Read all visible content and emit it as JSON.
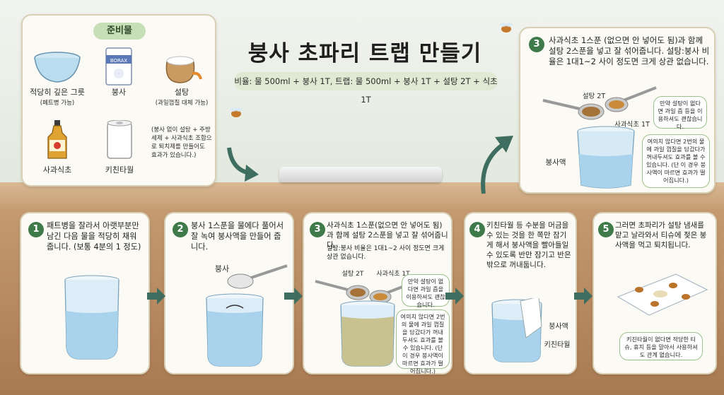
{
  "title": "붕사 초파리 트랩 만들기",
  "ratio_text": "비율: 물 500ml + 붕사 1T, 트랩: 물 500ml + 붕사 1T + 설탕 2T + 식초 1T",
  "supplies": {
    "header": "준비물",
    "bowl": "적당히 깊은 그릇",
    "bowl_note": "(페트병 가능)",
    "borax": "붕사",
    "borax_box": "BORAX",
    "sugar": "설탕",
    "sugar_note": "(과일껍질 대체 가능)",
    "vinegar": "사과식초",
    "towel": "키친타월",
    "alt_note": "(붕사 없이 설탕 + 주방세제 + 사과식초 조합으로 퇴치제를 만들어도 효과가 있습니다.)"
  },
  "top_step": {
    "number": "3",
    "text": "사과식초 1스푼 (없으면 안 넣어도 됨)과 함께 설탕 2스푼을 넣고 잘 섞어줍니다. 설탕:붕사 비율은 1대1~2 사이 정도면 크게 상관 없습니다.",
    "sugar_label": "설탕 2T",
    "vinegar_label": "사과식초 1T",
    "liquid_label": "붕사액",
    "note1": "만약 설탕이 없다면 과일 즙 등을 이용하셔도 괜찮습니다.",
    "note2": "여의치 않다면 2번의 물에 과일 껍질을 담갔다가 꺼내두셔도 효과를 볼 수 있습니다. (단 이 경우 붕사액이 마르면 효과가 떨어집니다.)"
  },
  "steps": [
    {
      "number": "1",
      "text": "패트병을 잘라서 아랫부분만 남긴 다음 물을 적당히 채워줍니다. (보통 4분의 1 정도)"
    },
    {
      "number": "2",
      "text": "붕사 1스푼을 물에다 풀어서 잘 녹여 붕사액을 만들어 줍니다.",
      "label": "붕사"
    },
    {
      "number": "3",
      "text": "사과식초 1스푼(없으면 안 넣어도 됨)과 함께 설탕 2스푼을 넣고 잘 섞어줍니다.",
      "subtext": "설탕:붕사 비율은 1대1~2 사이 정도면 크게 상관 없습니다.",
      "sugar_label": "설탕 2T",
      "vinegar_label": "사과식초 1T",
      "note1": "만약 설탕이 없다면 과일 즙을 이용하셔도 괜찮습니다.",
      "note2": "여의치 않다면 2번의 물에 과일 껍질을 담갔다가 꺼내두셔도 효과를 볼 수 있습니다. (단 이 경우 붕사액이 마르면 효과가 떨어집니다.)"
    },
    {
      "number": "4",
      "text": "키친타월 등 수분을 머금을 수 있는 것을 한 쪽만 잠기게 해서 붕사액을 빨아들일 수 있도록 반만 잠기고 반은 밖으로 꺼내둡니다.",
      "liquid_label": "붕사액",
      "towel_label": "키친타월"
    },
    {
      "number": "5",
      "text": "그러면 초파리가 설탕 냄새를 맡고 날라와서 티슈에 젖은 붕사액을 먹고 퇴치됩니다.",
      "note": "키친타월이 없다면 적당한 티슈, 휴지 등을 말아서 사용하셔도 관계 없습니다."
    }
  ],
  "colors": {
    "accent": "#3f7a4a",
    "water": "#a9d3ec",
    "card_bg": "#fbfaf4"
  }
}
